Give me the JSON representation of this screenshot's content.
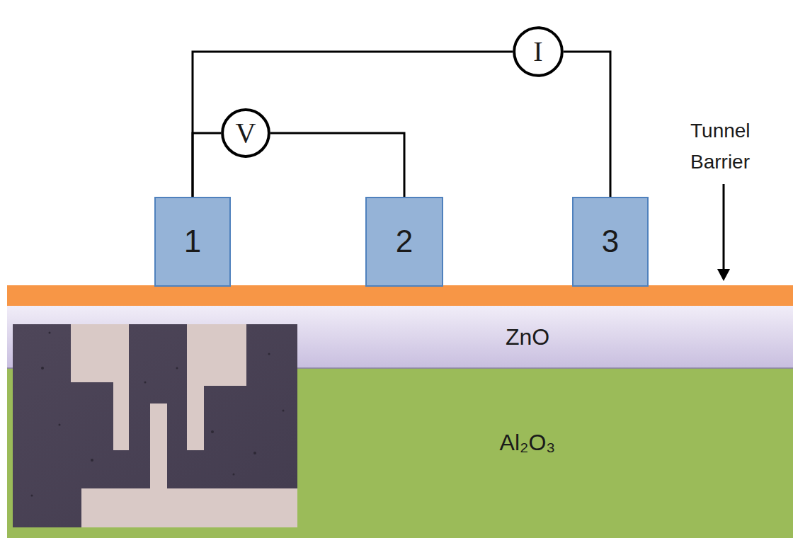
{
  "diagram": {
    "nodes": [
      {
        "text": [
          "I"
        ]
      },
      {
        "text": [
          "V"
        ]
      },
      {
        "text": [
          "1"
        ]
      },
      {
        "text": [
          "2"
        ]
      },
      {
        "text": [
          "3"
        ]
      },
      {
        "text": [
          "ZnO"
        ]
      },
      {
        "text": [
          "Al₂O₃"
        ]
      }
    ],
    "edges": [
      {
        "from": 0,
        "to": 2,
        "arrow": "none"
      },
      {
        "from": 0,
        "to": 4,
        "arrow": "none"
      },
      {
        "from": 1,
        "to": 2,
        "arrow": "none"
      },
      {
        "from": 1,
        "to": 3,
        "arrow": "none"
      }
    ],
    "labels": [
      "Tunnel Barrier"
    ]
  }
}
